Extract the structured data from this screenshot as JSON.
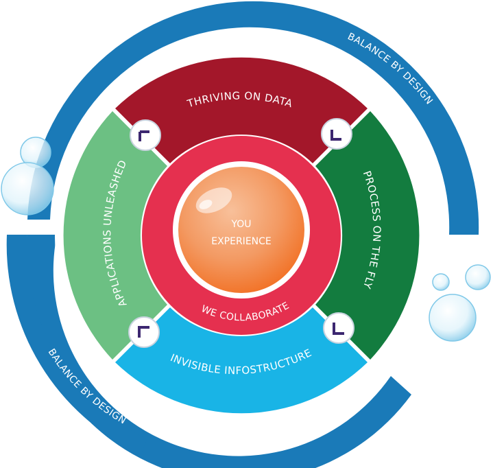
{
  "outer_ring": {
    "label_top": "BALANCE BY DESIGN",
    "label_bottom": "BALANCE BY DESIGN"
  },
  "segments": {
    "top": "THRIVING ON DATA",
    "right": "PROCESS ON THE FLY",
    "bottom": "INVISIBLE INFOSTRUCTURE",
    "left": "APPLICATIONS UNLEASHED"
  },
  "inner_ring": {
    "label": "WE COLLABORATE"
  },
  "center": {
    "line1": "YOU",
    "line2": "EXPERIENCE"
  },
  "colors": {
    "outer_ring": "#1a7ab8",
    "top_segment": "#a3172a",
    "right_segment": "#137c3f",
    "bottom_segment": "#19b4e6",
    "left_segment": "#6cc083",
    "inner_ring": "#e5304f",
    "center": "#f26f22",
    "corner_icon": "#3c2770"
  }
}
